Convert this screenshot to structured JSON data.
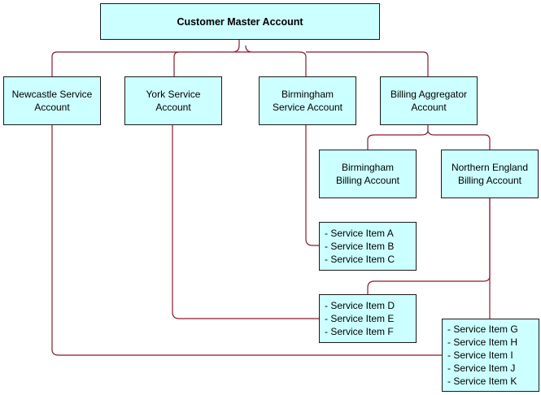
{
  "nodes": {
    "customer_master": {
      "lines": [
        "Customer Master Account"
      ]
    },
    "newcastle": {
      "lines": [
        "Newcastle Service",
        "Account"
      ]
    },
    "york": {
      "lines": [
        "York Service",
        "Account"
      ]
    },
    "birmingham_service": {
      "lines": [
        "Birmingham",
        "Service Account"
      ]
    },
    "billing_aggregator": {
      "lines": [
        "Billing Aggregator",
        "Account"
      ]
    },
    "birmingham_billing": {
      "lines": [
        "Birmingham",
        "Billing Account"
      ]
    },
    "northern_england_billing": {
      "lines": [
        "Northern England",
        "Billing Account"
      ]
    },
    "items_abc": {
      "lines": [
        "- Service Item A",
        "- Service Item B",
        "- Service Item C"
      ]
    },
    "items_def": {
      "lines": [
        "- Service Item D",
        "- Service Item E",
        "- Service Item F"
      ]
    },
    "items_ghijk": {
      "lines": [
        "- Service Item G",
        "- Service Item H",
        "- Service Item I",
        "- Service Item J",
        "- Service Item K"
      ]
    }
  },
  "colors": {
    "box_fill": "#ccffff",
    "box_border": "#1a1a1a",
    "connector": "#8b1a2b"
  }
}
